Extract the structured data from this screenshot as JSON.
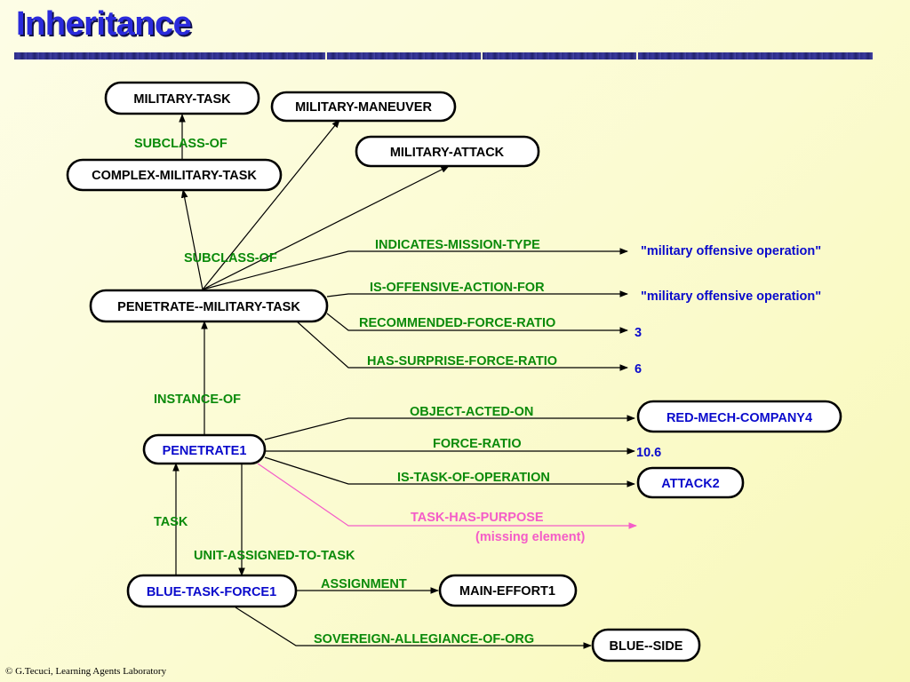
{
  "slide": {
    "title": "Inheritance",
    "footer": "© G.Tecuci, Learning Agents Laboratory"
  },
  "colors": {
    "title": "#2a2adc",
    "relation_green": "#0a8a0a",
    "value_blue": "#0a0acc",
    "instance_blue": "#0a0acc",
    "purpose_pink": "#f45cc8",
    "node_border": "#000000"
  },
  "nodes": {
    "military_task": "MILITARY-TASK",
    "military_maneuver": "MILITARY-MANEUVER",
    "military_attack": "MILITARY-ATTACK",
    "complex_military_task": "COMPLEX-MILITARY-TASK",
    "penetrate_military_task": "PENETRATE--MILITARY-TASK",
    "penetrate1": "PENETRATE1",
    "red_mech_company4": "RED-MECH-COMPANY4",
    "attack2": "ATTACK2",
    "blue_task_force1": "BLUE-TASK-FORCE1",
    "main_effort1": "MAIN-EFFORT1",
    "blue_side": "BLUE--SIDE"
  },
  "relations": {
    "subclass_of_upper": "SUBCLASS-OF",
    "subclass_of_lower": "SUBCLASS-OF",
    "indicates_mission_type": "INDICATES-MISSION-TYPE",
    "is_offensive_action_for": "IS-OFFENSIVE-ACTION-FOR",
    "recommended_force_ratio": "RECOMMENDED-FORCE-RATIO",
    "has_surprise_force_ratio": "HAS-SURPRISE-FORCE-RATIO",
    "instance_of": "INSTANCE-OF",
    "object_acted_on": "OBJECT-ACTED-ON",
    "force_ratio": "FORCE-RATIO",
    "is_task_of_operation": "IS-TASK-OF-OPERATION",
    "task_has_purpose": "TASK-HAS-PURPOSE",
    "task": "TASK",
    "unit_assigned_to_task": "UNIT-ASSIGNED-TO-TASK",
    "assignment": "ASSIGNMENT",
    "sovereign_allegiance_of_org": "SOVEREIGN-ALLEGIANCE-OF-ORG"
  },
  "values": {
    "mission_type": "\"military offensive operation\"",
    "offensive_action_for": "\"military offensive operation\"",
    "recommended_ratio": "3",
    "surprise_ratio": "6",
    "force_ratio": "10.6",
    "missing_element": "(missing element)"
  }
}
